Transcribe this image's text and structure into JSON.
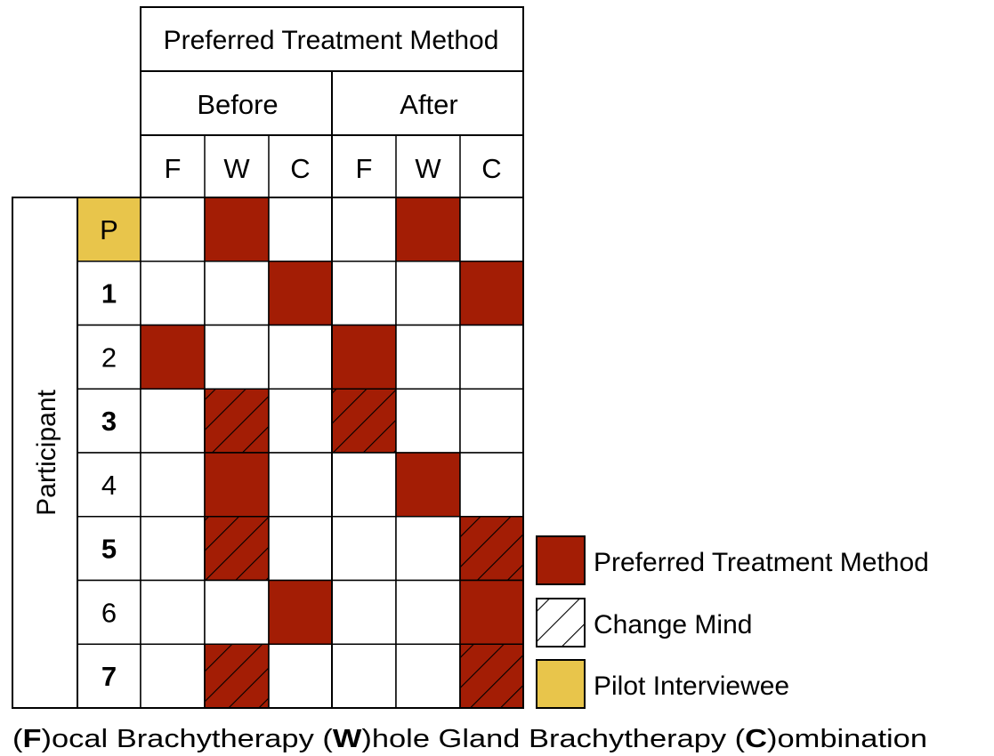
{
  "header": {
    "title": "Preferred Treatment Method",
    "before": "Before",
    "after": "After",
    "columns": [
      "F",
      "W",
      "C",
      "F",
      "W",
      "C"
    ]
  },
  "rows_label": "Participant",
  "rows": [
    {
      "label": "P",
      "bold": false,
      "pilot": true,
      "cells": [
        "",
        "pref",
        "",
        "",
        "pref",
        ""
      ]
    },
    {
      "label": "1",
      "bold": true,
      "pilot": false,
      "cells": [
        "",
        "",
        "pref",
        "",
        "",
        "pref"
      ]
    },
    {
      "label": "2",
      "bold": false,
      "pilot": false,
      "cells": [
        "pref",
        "",
        "",
        "pref",
        "",
        ""
      ]
    },
    {
      "label": "3",
      "bold": true,
      "pilot": false,
      "cells": [
        "",
        "change",
        "",
        "change",
        "",
        ""
      ]
    },
    {
      "label": "4",
      "bold": false,
      "pilot": false,
      "cells": [
        "",
        "pref",
        "",
        "",
        "pref",
        ""
      ]
    },
    {
      "label": "5",
      "bold": true,
      "pilot": false,
      "cells": [
        "",
        "change",
        "",
        "",
        "",
        "change"
      ]
    },
    {
      "label": "6",
      "bold": false,
      "pilot": false,
      "cells": [
        "",
        "",
        "pref",
        "",
        "",
        "pref"
      ]
    },
    {
      "label": "7",
      "bold": true,
      "pilot": false,
      "cells": [
        "",
        "change",
        "",
        "",
        "",
        "change"
      ]
    }
  ],
  "legend": {
    "preferred": "Preferred Treatment Method",
    "change": "Change Mind",
    "pilot": "Pilot Interviewee"
  },
  "footer": {
    "parts": [
      {
        "text": "(",
        "bold": false
      },
      {
        "text": "F",
        "bold": true
      },
      {
        "text": ")ocal Brachytherapy  (",
        "bold": false
      },
      {
        "text": "W",
        "bold": true
      },
      {
        "text": ")hole Gland Brachytherapy  (",
        "bold": false
      },
      {
        "text": "C",
        "bold": true
      },
      {
        "text": ")ombination",
        "bold": false
      }
    ]
  },
  "colors": {
    "preferred": "#a31d05",
    "pilot": "#e8c54b",
    "line": "#000000",
    "background": "#ffffff"
  }
}
